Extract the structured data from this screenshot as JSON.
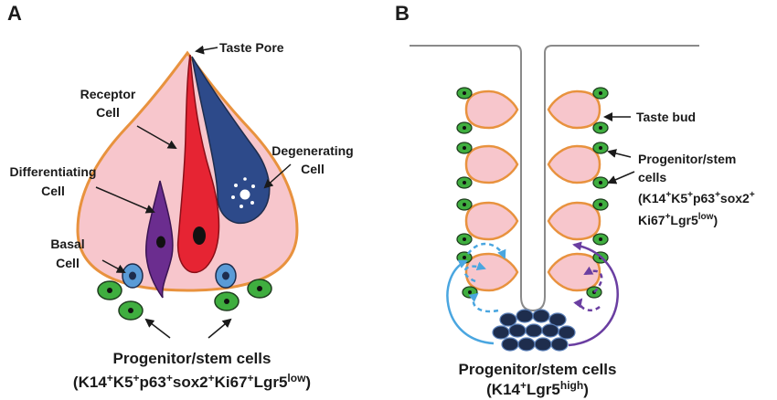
{
  "panel_a": {
    "letter": "A",
    "labels": {
      "taste_pore": "Taste Pore",
      "receptor_1": "Receptor",
      "receptor_2": "Cell",
      "degenerating_1": "Degenerating",
      "degenerating_2": "Cell",
      "differentiating_1": "Differentiating",
      "differentiating_2": "Cell",
      "basal_1": "Basal",
      "basal_2": "Cell"
    },
    "caption": {
      "title": "Progenitor/stem cells",
      "markers": [
        {
          "base": "(K14",
          "sup": "+"
        },
        {
          "base": "K5",
          "sup": "+"
        },
        {
          "base": "p63",
          "sup": "+"
        },
        {
          "base": "sox2",
          "sup": "+"
        },
        {
          "base": "Ki67",
          "sup": "+"
        },
        {
          "base": "Lgr5",
          "sup": "low"
        },
        {
          "base": ")",
          "sup": ""
        }
      ]
    }
  },
  "panel_b": {
    "letter": "B",
    "labels": {
      "taste_bud": "Taste bud",
      "progenitor_1": "Progenitor/stem",
      "progenitor_2": "cells"
    },
    "marker_line_1": [
      {
        "base": "(K14",
        "sup": "+"
      },
      {
        "base": "K5",
        "sup": "+"
      },
      {
        "base": "p63",
        "sup": "+"
      },
      {
        "base": "sox2",
        "sup": "+"
      }
    ],
    "marker_line_2": [
      {
        "base": "Ki67",
        "sup": "+"
      },
      {
        "base": "Lgr5",
        "sup": "low"
      },
      {
        "base": ")",
        "sup": ""
      }
    ],
    "caption": {
      "title": "Progenitor/stem cells",
      "markers": [
        {
          "base": "(K14",
          "sup": "+"
        },
        {
          "base": "Lgr5",
          "sup": "high"
        },
        {
          "base": ")",
          "sup": ""
        }
      ]
    }
  },
  "colors": {
    "bud_fill": "#f7c6cc",
    "bud_stroke": "#e8923e",
    "receptor_cell": "#e62433",
    "degenerating_cell": "#2d4a8a",
    "differentiating_cell": "#6b2d8f",
    "basal_cell": "#5a9bd6",
    "progenitor_cell": "#3fae3f",
    "stem_cluster": "#1e2d4d",
    "arrow_blue": "#4aa6e0",
    "arrow_purple": "#6a3ea1"
  }
}
